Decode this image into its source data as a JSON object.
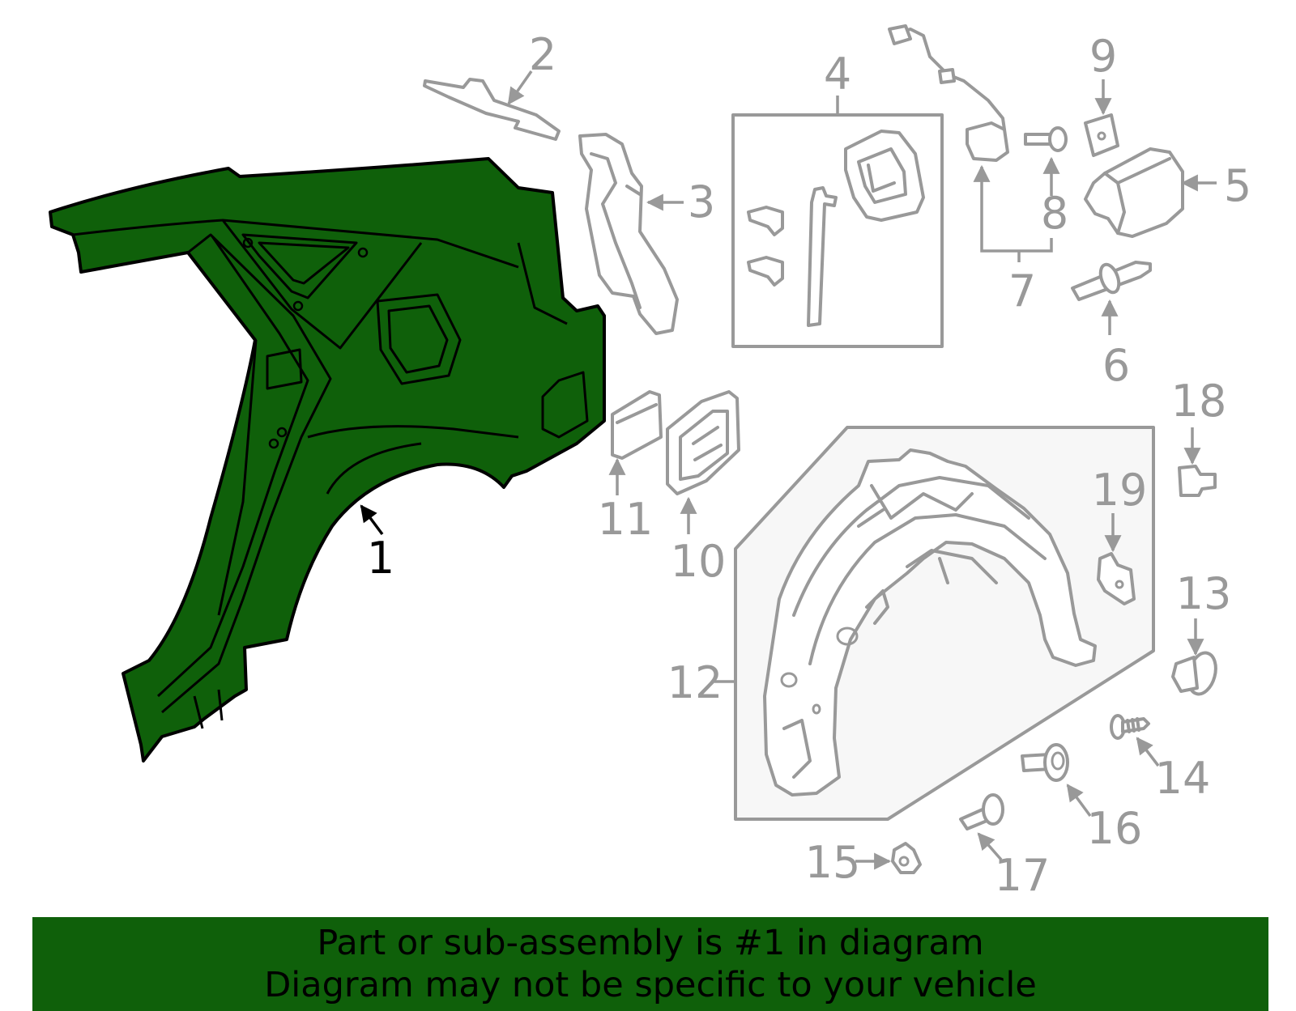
{
  "diagram": {
    "highlight_color": "#0f600a",
    "line_color": "#999999",
    "callouts": {
      "c1": "1",
      "c2": "2",
      "c3": "3",
      "c4": "4",
      "c5": "5",
      "c6": "6",
      "c7": "7",
      "c8": "8",
      "c9": "9",
      "c10": "10",
      "c11": "11",
      "c12": "12",
      "c13": "13",
      "c14": "14",
      "c15": "15",
      "c16": "16",
      "c17": "17",
      "c18": "18",
      "c19": "19"
    }
  },
  "banner": {
    "line1": "Part or sub-assembly is #1 in diagram",
    "line2": "Diagram may not be specific to your vehicle"
  }
}
